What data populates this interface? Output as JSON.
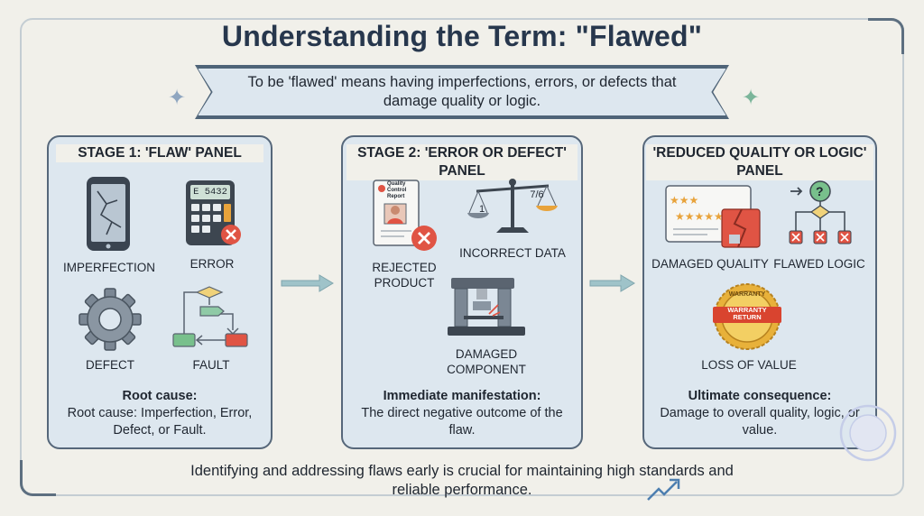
{
  "title": "Understanding the Term: \"Flawed\"",
  "definition": "To be 'flawed' means having imperfections, errors, or defects that damage quality or logic.",
  "panels": [
    {
      "title_line1": "STAGE 1: 'FLAW' PANEL",
      "title_line2": "",
      "items": [
        "IMPERFECTION",
        "ERROR",
        "DEFECT",
        "FAULT"
      ],
      "calculator_display": "E 5432",
      "summary_heading": "Root cause:",
      "summary_text": "Root cause: Imperfection, Error, Defect, or Fault."
    },
    {
      "title_line1": "STAGE 2: 'ERROR OR DEFECT'",
      "title_line2": "PANEL",
      "items": [
        "REJECTED PRODUCT",
        "INCORRECT DATA",
        "DAMAGED COMPONENT"
      ],
      "report_title": "Quality Control Report",
      "scale_left": "1",
      "scale_right": "7/6",
      "summary_heading": "Immediate manifestation:",
      "summary_text": "The direct negative outcome of the flaw."
    },
    {
      "title_line1": "'REDUCED QUALITY OR LOGIC'",
      "title_line2": "PANEL",
      "items": [
        "DAMAGED QUALITY",
        "FLAWED LOGIC",
        "LOSS OF VALUE"
      ],
      "seal_top": "WARRANTY",
      "seal_band": "WARRANTY RETURN",
      "summary_heading": "Ultimate consequence:",
      "summary_text": "Damage to overall quality, logic, or value."
    }
  ],
  "footer": "Identifying and addressing flaws early is crucial for maintaining high standards and reliable performance.",
  "colors": {
    "background": "#f1f0ea",
    "panel_fill": "#dde7ef",
    "panel_border": "#56677a",
    "title": "#27374d",
    "error_red": "#e05444",
    "arrow": "#9fc3c9"
  }
}
